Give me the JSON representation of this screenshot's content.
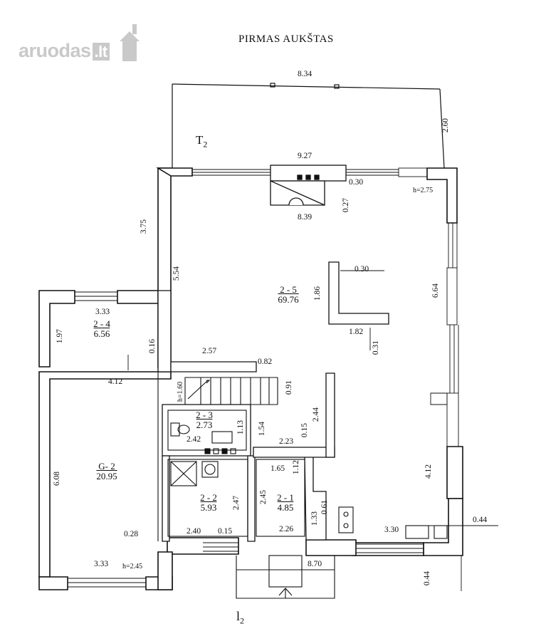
{
  "title": "PIRMAS AUKŠTAS",
  "watermark": {
    "name": "aruodas",
    "tld": ".lt",
    "color": "#c9c9c9"
  },
  "labels": {
    "terrace_letter": "T",
    "terrace_sub": "2",
    "entrance_letter": "l",
    "entrance_sub": "2"
  },
  "rooms": {
    "r25": {
      "code": "2 - 5",
      "area": "69.76"
    },
    "r24": {
      "code": "2 - 4",
      "area": "6.56"
    },
    "r23": {
      "code": "2 - 3",
      "area": "2.73"
    },
    "r22": {
      "code": "2 - 2",
      "area": "5.93"
    },
    "r21": {
      "code": "2 - 1",
      "area": "4.85"
    },
    "g2": {
      "code": "G- 2",
      "area": "20.95"
    }
  },
  "dims": {
    "d834": "8.34",
    "d260": "2.60",
    "d927": "9.27",
    "d030a": "0.30",
    "d027": "0.27",
    "d839": "8.39",
    "h275": "h=2.75",
    "d375": "3.75",
    "d554": "5.54",
    "d030b": "0.30",
    "d186": "1.86",
    "d664": "6.64",
    "d182": "1.82",
    "d031": "0.31",
    "d333a": "3.33",
    "d197": "1.97",
    "d016": "0.16",
    "d257": "2.57",
    "d082": "0.82",
    "d412a": "4.12",
    "h160": "h=1.60",
    "d091": "0.91",
    "d244": "2.44",
    "d113": "1.13",
    "d154": "1.54",
    "d242": "2.42",
    "d015a": "0.15",
    "d223": "2.23",
    "d608": "6.08",
    "d165": "1.65",
    "d112": "1.12",
    "d412b": "4.12",
    "d247": "2.47",
    "d245": "2.45",
    "d061": "0.61",
    "d133": "1.33",
    "d028": "0.28",
    "d240": "2.40",
    "d015b": "0.15",
    "d226": "2.26",
    "d330": "3.30",
    "d044a": "0.44",
    "d333b": "3.33",
    "h245": "h=2.45",
    "d870": "8.70",
    "d044b": "0.44"
  }
}
